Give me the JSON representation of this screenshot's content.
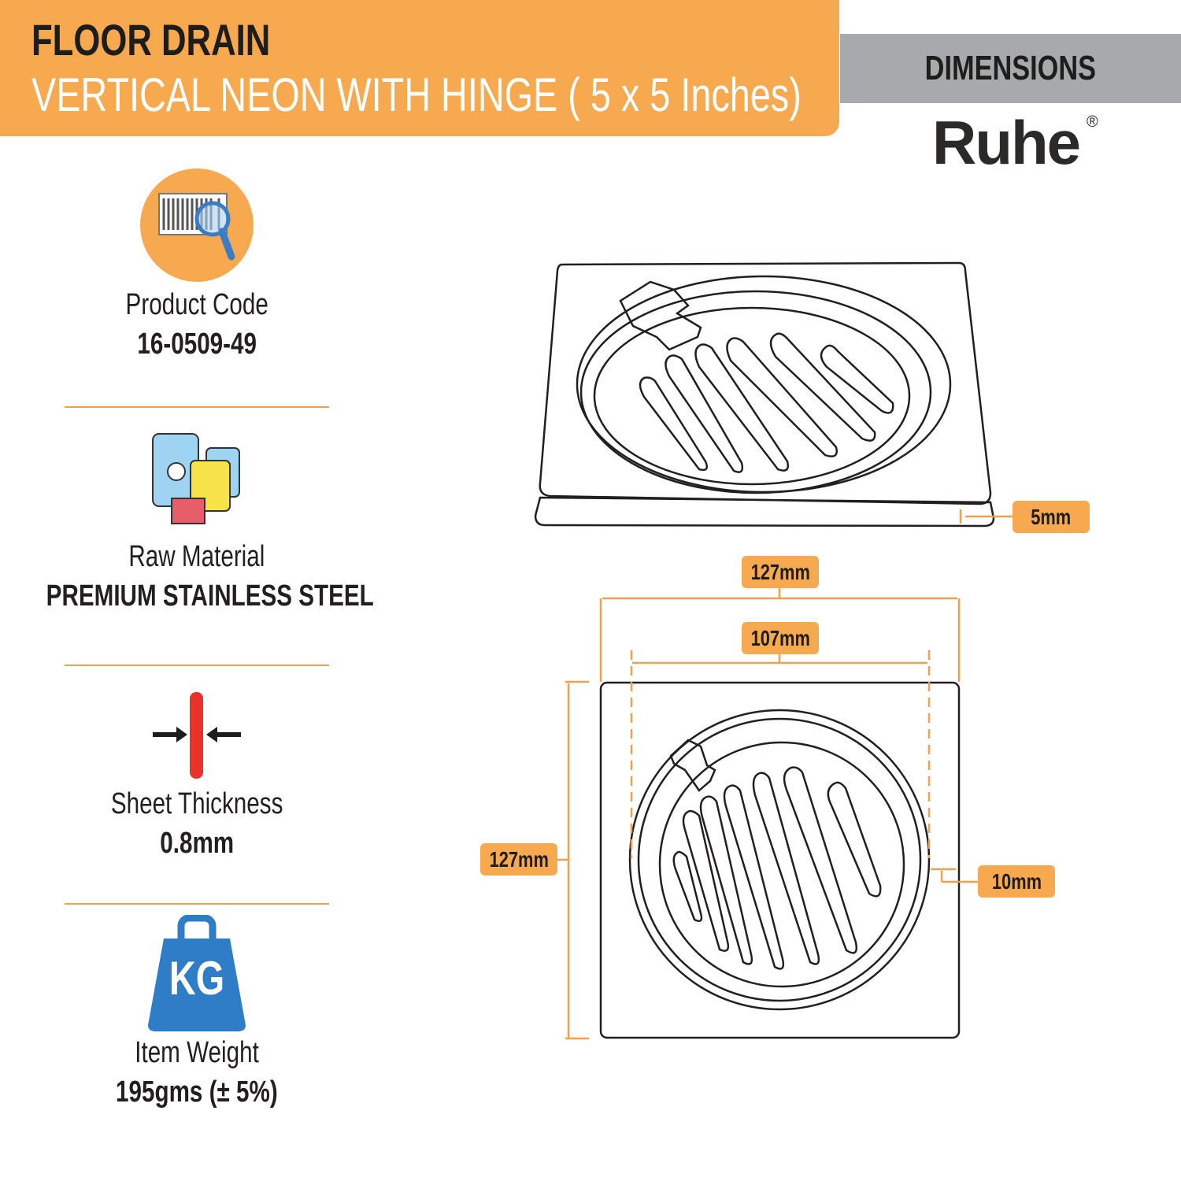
{
  "header": {
    "title": "FLOOR DRAIN",
    "subtitle": "VERTICAL NEON WITH HINGE ( 5 x 5 Inches)"
  },
  "dimensions_label": "DIMENSIONS",
  "brand": {
    "name": "Ruhe",
    "registered": "®"
  },
  "specs": [
    {
      "icon": "barcode-search-icon",
      "label": "Product Code",
      "value": "16-0509-49"
    },
    {
      "icon": "raw-material-icon",
      "label": "Raw Material",
      "value": "PREMIUM STAINLESS STEEL"
    },
    {
      "icon": "sheet-thickness-icon",
      "label": "Sheet Thickness",
      "value": "0.8mm"
    },
    {
      "icon": "weight-icon",
      "label": "Item Weight",
      "value": "195gms (± 5%)",
      "icon_text": "KG"
    }
  ],
  "dimension_labels": {
    "thickness": "5mm",
    "outer_width": "127mm",
    "inner_width": "107mm",
    "outer_height": "127mm",
    "border": "10mm"
  },
  "colors": {
    "accent": "#f6a94f",
    "grey": "#a7a9ac",
    "text": "#231f20"
  }
}
